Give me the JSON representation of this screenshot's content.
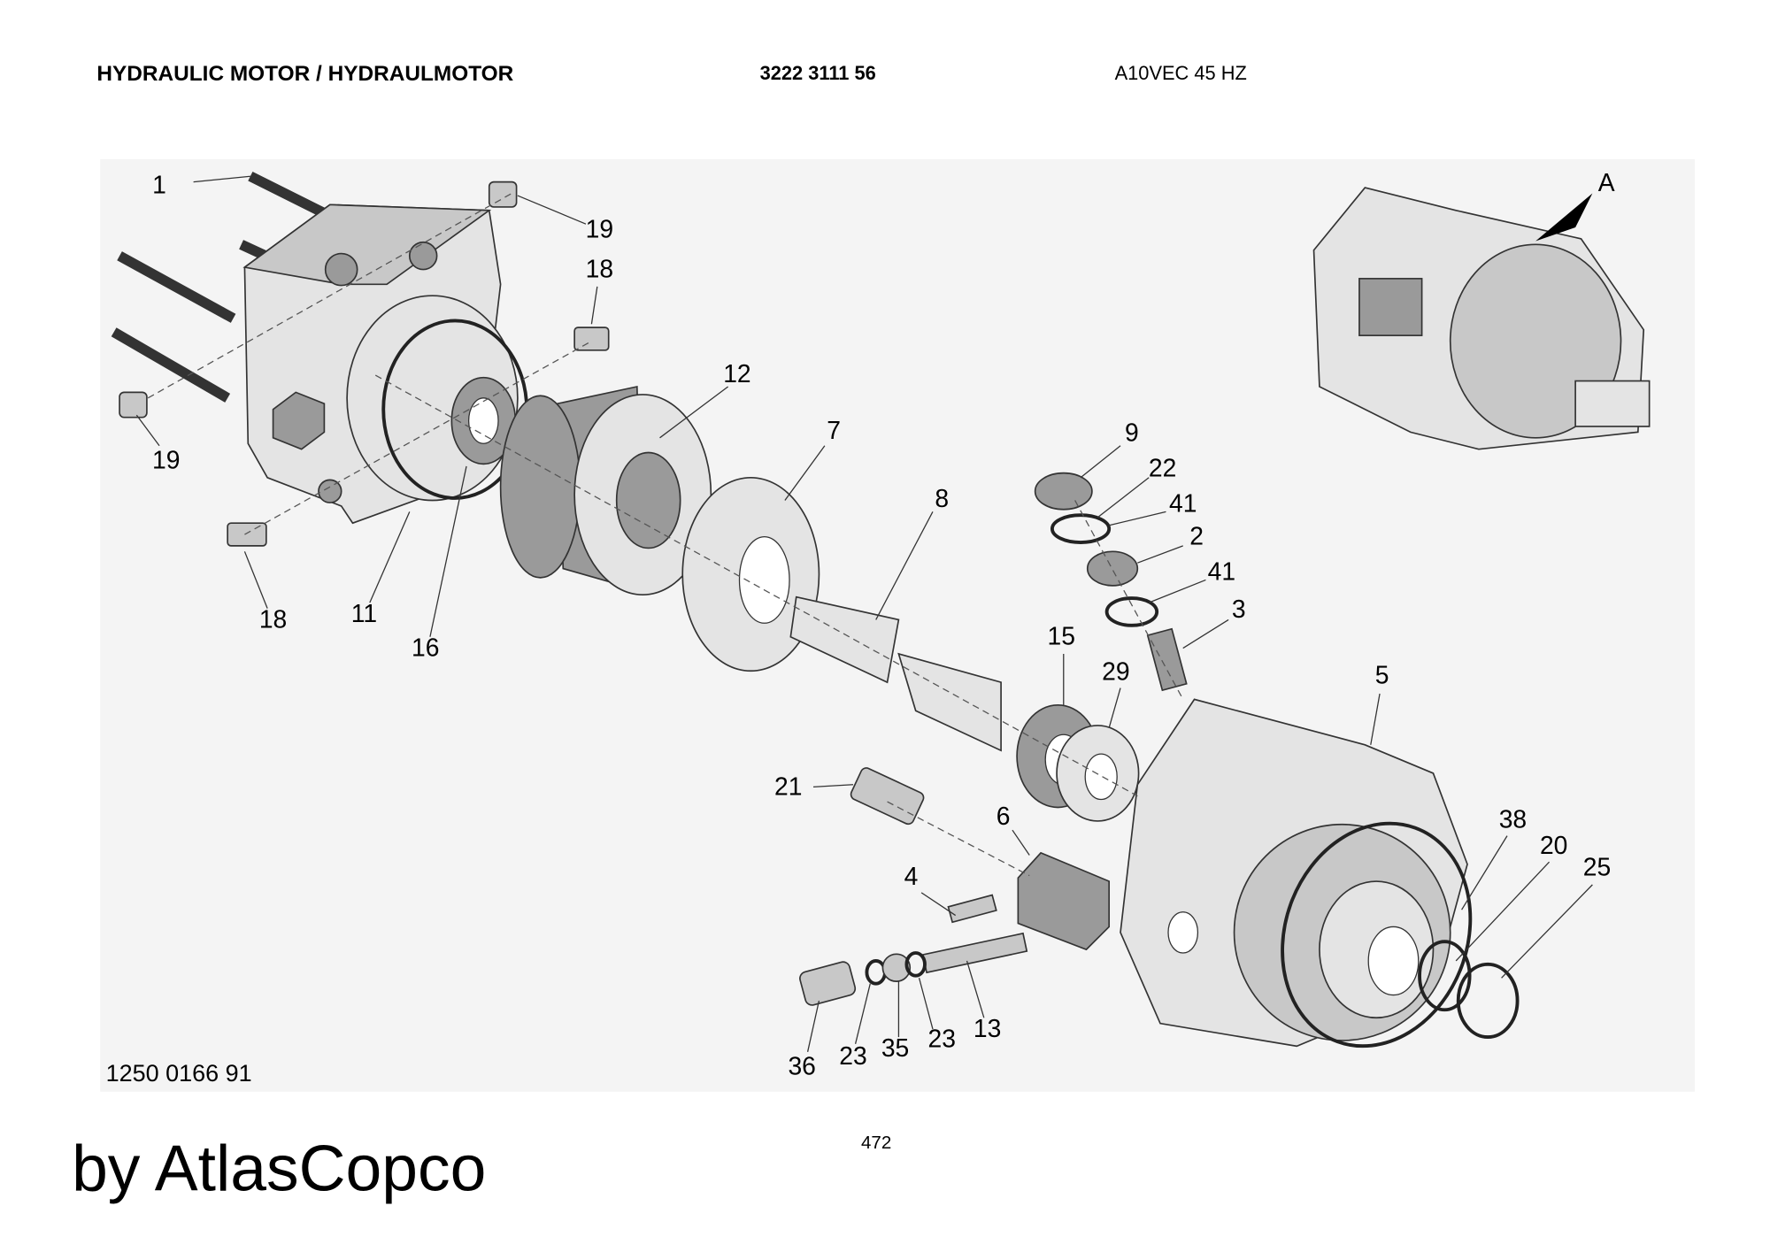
{
  "header": {
    "title": "HYDRAULIC MOTOR / HYDRAULMOTOR",
    "part_number": "3222 3111 56",
    "model": "A10VEC 45 HZ"
  },
  "drawing_number": "1250 0166 91",
  "page_number": "472",
  "watermark": "by AtlasCopco",
  "view_label": "A",
  "callouts": [
    "1",
    "19",
    "18",
    "19",
    "12",
    "7",
    "8",
    "9",
    "22",
    "41",
    "2",
    "41",
    "3",
    "15",
    "29",
    "5",
    "18",
    "11",
    "16",
    "21",
    "6",
    "4",
    "38",
    "20",
    "25",
    "13",
    "36",
    "23",
    "35",
    "23"
  ]
}
